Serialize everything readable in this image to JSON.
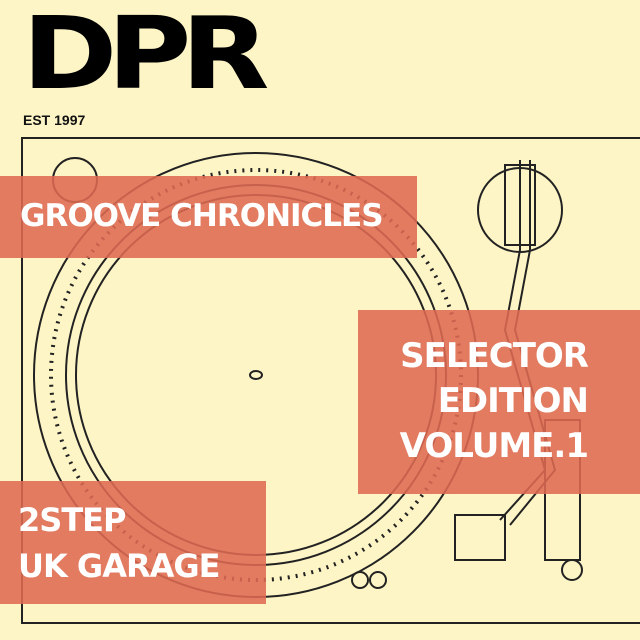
{
  "logo": {
    "text": "DPR",
    "est": "EST 1997"
  },
  "title": "GROOVE CHRONICLES",
  "subtitle": [
    "SELECTOR",
    "EDITION",
    "VOLUME.1"
  ],
  "genre": [
    "2STEP",
    "UK GARAGE"
  ],
  "colors": {
    "background": "#fdf5c6",
    "band": "#de6a52",
    "text": "#ffffff"
  }
}
